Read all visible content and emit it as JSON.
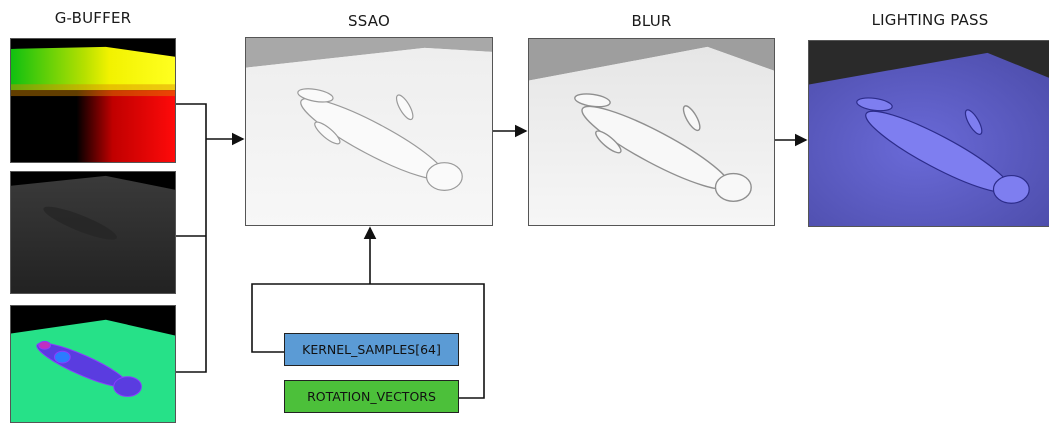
{
  "stages": {
    "gbuffer": "G-BUFFER",
    "ssao": "SSAO",
    "blur": "BLUR",
    "lighting": "LIGHTING PASS"
  },
  "inputs": {
    "kernel": "KERNEL_SAMPLES[64]",
    "rotation": "ROTATION_VECTORS"
  },
  "colors": {
    "kernel_box": "#5b9bd5",
    "rotation_box": "#4cc03a",
    "normal_green": "#2ee08a",
    "lighting_purple": "#6f6fd0"
  }
}
